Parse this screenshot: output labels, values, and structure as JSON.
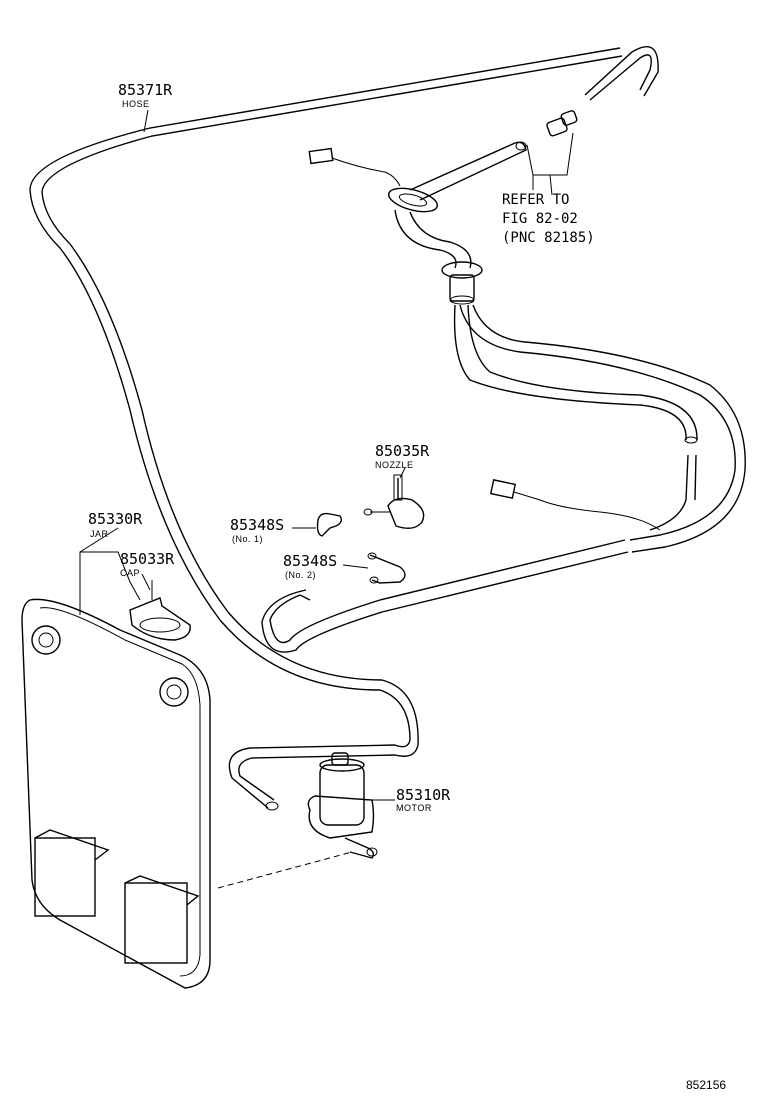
{
  "parts": {
    "hose": {
      "number": "85371R",
      "name": "HOSE"
    },
    "nozzle": {
      "number": "85035R",
      "name": "NOZZLE"
    },
    "jar": {
      "number": "85330R",
      "name": "JAR"
    },
    "cap": {
      "number": "85033R",
      "name": "CAP"
    },
    "joint_no1": {
      "number": "85348S",
      "name": "(No. 1)"
    },
    "joint_no2": {
      "number": "85348S",
      "name": "(No. 2)"
    },
    "motor": {
      "number": "85310R",
      "name": "MOTOR"
    }
  },
  "reference": {
    "line1": "REFER TO",
    "line2": "FIG 82-02",
    "line3": "(PNC 82185)"
  },
  "figure_id": "852156"
}
